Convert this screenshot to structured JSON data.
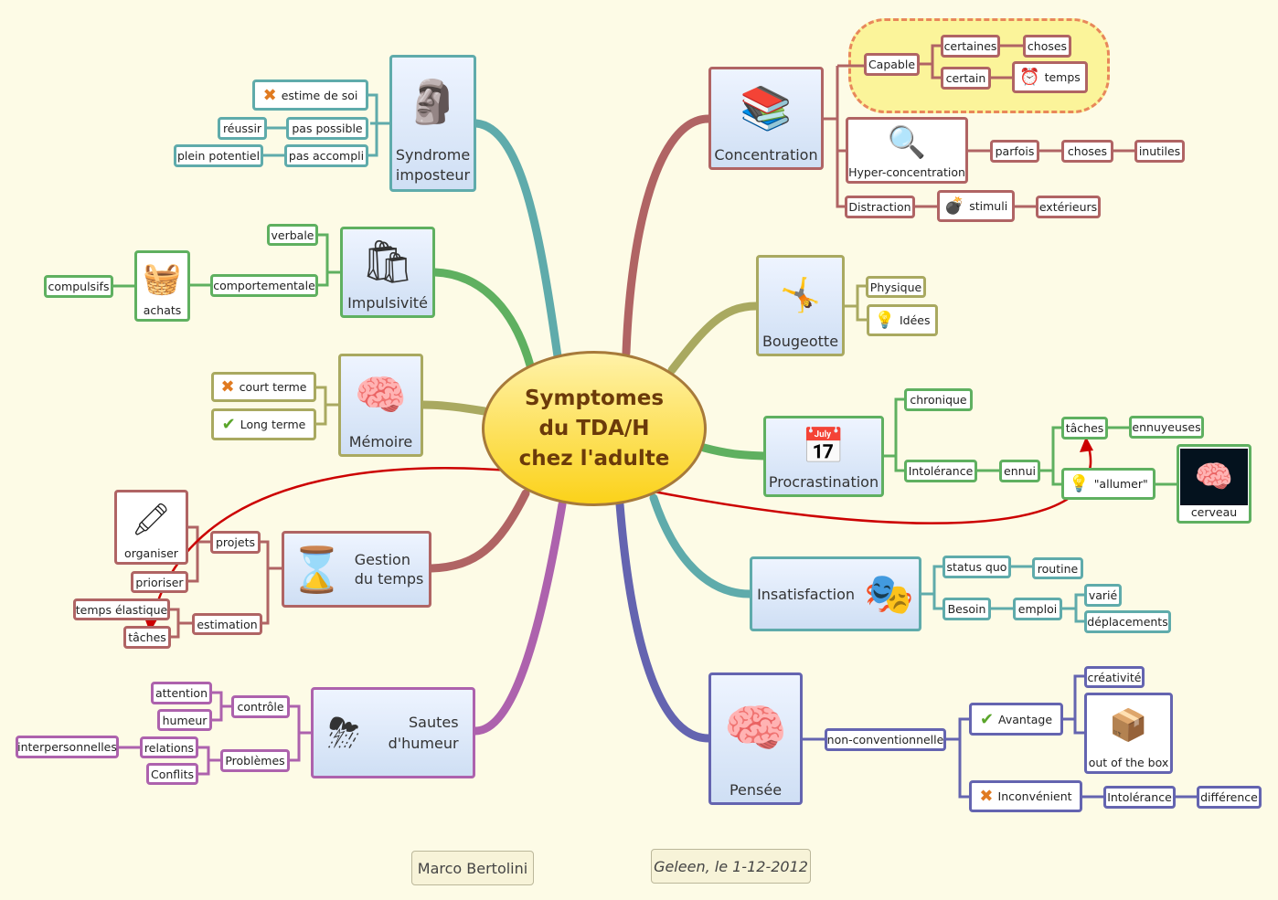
{
  "center": {
    "line1": "Symptomes",
    "line2": "du TDA/H",
    "line3": "chez l'adulte"
  },
  "syndrome": {
    "title1": "Syndrome",
    "title2": "imposteur",
    "estime": "estime de soi",
    "pas_possible": "pas possible",
    "reussir": "réussir",
    "pas_accompli": "pas accompli",
    "plein_potentiel": "plein potentiel"
  },
  "impulsivite": {
    "title": "Impulsivité",
    "verbale": "verbale",
    "comportementale": "comportementale",
    "achats": "achats",
    "compulsifs": "compulsifs"
  },
  "memoire": {
    "title": "Mémoire",
    "court": "court terme",
    "long": "Long terme"
  },
  "gestion": {
    "title1": "Gestion",
    "title2": "du temps",
    "projets": "projets",
    "organiser": "organiser",
    "prioriser": "prioriser",
    "estimation": "estimation",
    "temps_elastique": "temps élastique",
    "taches": "tâches"
  },
  "sautes": {
    "title1": "Sautes",
    "title2": "d'humeur",
    "controle": "contrôle",
    "attention": "attention",
    "humeur": "humeur",
    "problemes": "Problèmes",
    "relations": "relations",
    "conflits": "Conflits",
    "interpersonnelles": "interpersonnelles"
  },
  "concentration": {
    "title": "Concentration",
    "capable": "Capable",
    "certaines": "certaines",
    "choses1": "choses",
    "certain": "certain",
    "temps": "temps",
    "hyper": "Hyper-concentration",
    "parfois": "parfois",
    "choses2": "choses",
    "inutiles": "inutiles",
    "distraction": "Distraction",
    "stimuli": "stimuli",
    "exterieurs": "extérieurs"
  },
  "bougeotte": {
    "title": "Bougeotte",
    "physique": "Physique",
    "idees": "Idées"
  },
  "procrastination": {
    "title": "Procrastination",
    "chronique": "chronique",
    "intolerance": "Intolérance",
    "ennui": "ennui",
    "taches": "tâches",
    "ennuyeuses": "ennuyeuses",
    "allumer": "\"allumer\"",
    "cerveau": "cerveau"
  },
  "insatisfaction": {
    "title": "Insatisfaction",
    "status_quo": "status quo",
    "routine": "routine",
    "besoin": "Besoin",
    "emploi": "emploi",
    "varie": "varié",
    "deplacements": "déplacements"
  },
  "pensee": {
    "title": "Pensée",
    "non_conv": "non-conventionnelle",
    "avantage": "Avantage",
    "creativite": "créativité",
    "out_box": "out of the box",
    "inconvenient": "Inconvénient",
    "intolerance": "Intolérance",
    "difference": "différence"
  },
  "footer": {
    "author": "Marco Bertolini",
    "date": "Geleen, le 1-12-2012"
  },
  "colors": {
    "red": "#b06464",
    "teal": "#5fabab",
    "green": "#5fb060",
    "olive": "#a9a960",
    "purple": "#ad62ad",
    "blue": "#6464b0",
    "relation": "#cc0000"
  }
}
